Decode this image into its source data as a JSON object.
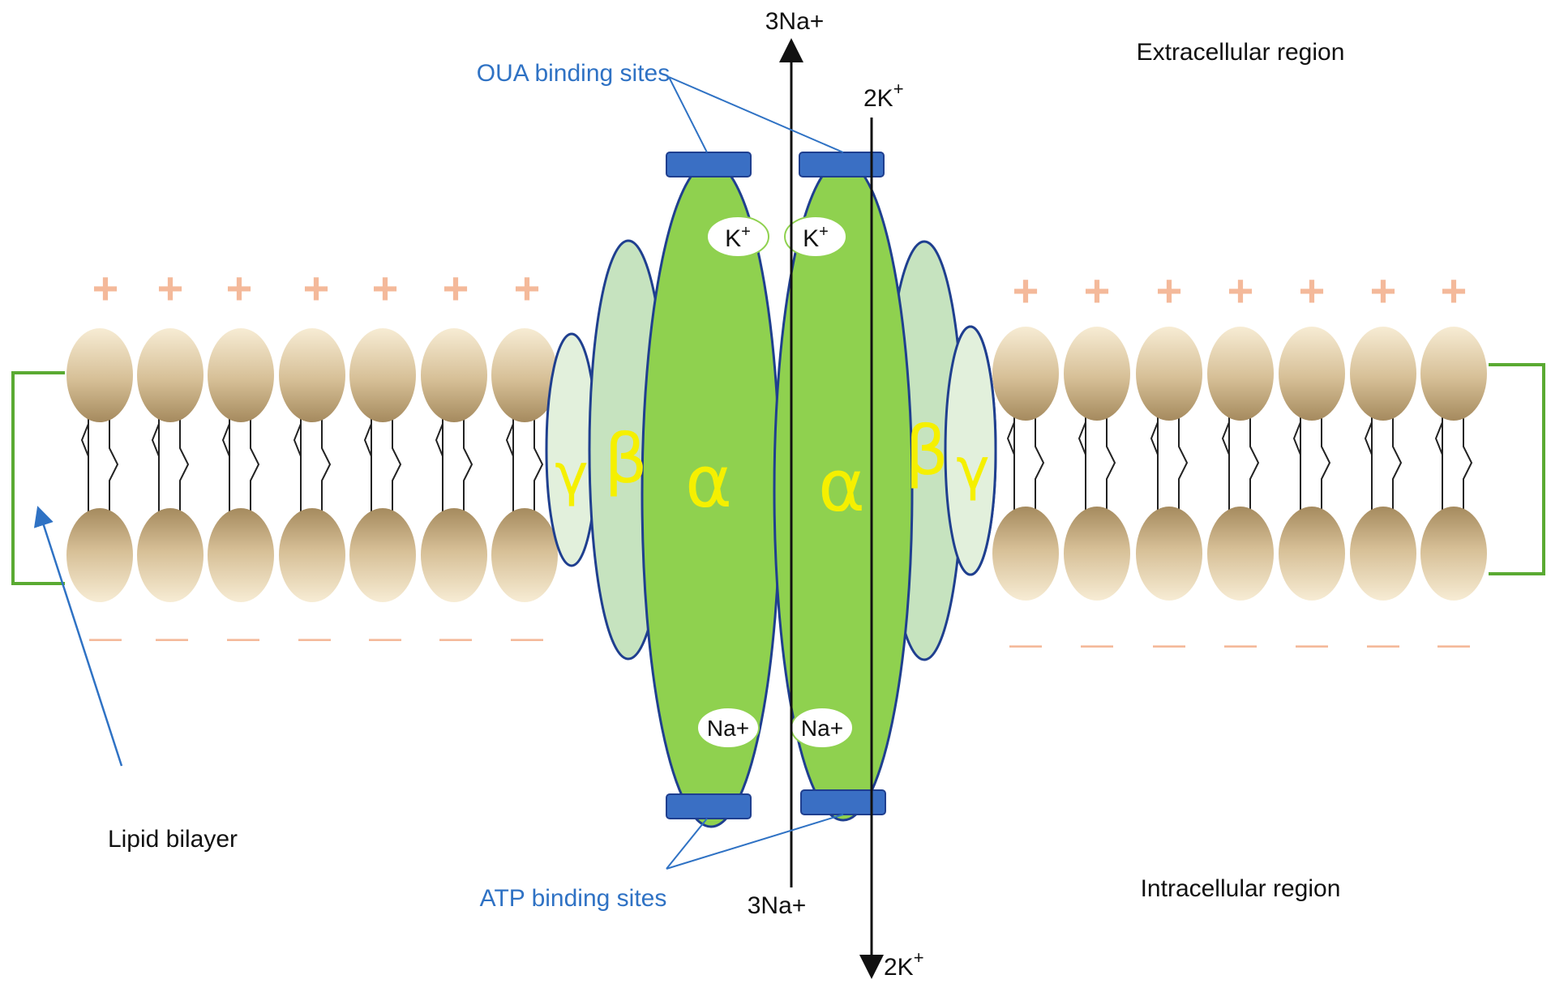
{
  "labels": {
    "extracellular": "Extracellular region",
    "intracellular": "Intracellular region",
    "oua_sites": "OUA binding sites",
    "atp_sites": "ATP binding sites",
    "lipid_bilayer": "Lipid bilayer",
    "na_out_top": "3Na+",
    "na_in_bottom": "3Na+",
    "k_top_base": "2K",
    "k_bottom_base": "2K",
    "k_sup": "+",
    "k_ion_base": "K",
    "na_ion": "Na+"
  },
  "subunits": {
    "alpha": "α",
    "beta": "β",
    "gamma": "γ"
  },
  "membrane": {
    "positive_sign": "+",
    "negative_sign": "—"
  },
  "colors": {
    "alpha_fill": "#8fd14f",
    "beta_fill": "#c6e3bf",
    "gamma_fill": "#e2f0dc",
    "outline": "#1f3f8f",
    "binding_site": "#3a6fc4",
    "subunit_letter": "#f5f000",
    "charge": "#f4b99a",
    "bracket": "#5aaa32",
    "leader_line": "#2f72c4"
  }
}
